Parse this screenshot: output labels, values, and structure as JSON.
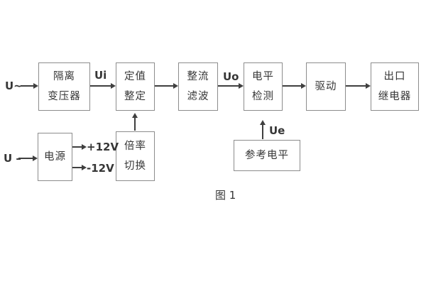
{
  "diagram": {
    "caption": "图 1",
    "colors": {
      "background": "#ffffff",
      "box_border": "#8c8c8c",
      "text": "#363636",
      "line": "#3f3f3f"
    },
    "labels": {
      "input_ac": "U~",
      "input_dc": "U –",
      "ui": "Ui",
      "uo": "Uo",
      "ue": "Ue",
      "plus12v": "+12V",
      "minus12v": "-12V"
    },
    "blocks": {
      "isolation_transformer": {
        "line1": "隔离",
        "line2": "变压器"
      },
      "setting_adjust": {
        "line1": "定值",
        "line2": "整定"
      },
      "rectifier_filter": {
        "line1": "整流",
        "line2": "滤波"
      },
      "level_detect": {
        "line1": "电平",
        "line2": "检测"
      },
      "driver": {
        "line1": "驱动"
      },
      "output_relay": {
        "line1": "出口",
        "line2": "继电器"
      },
      "power_supply": {
        "line1": "电源"
      },
      "ratio_switch": {
        "line1": "倍率",
        "line2": "切换"
      },
      "reference_level": {
        "line1": "参考电平"
      }
    }
  }
}
